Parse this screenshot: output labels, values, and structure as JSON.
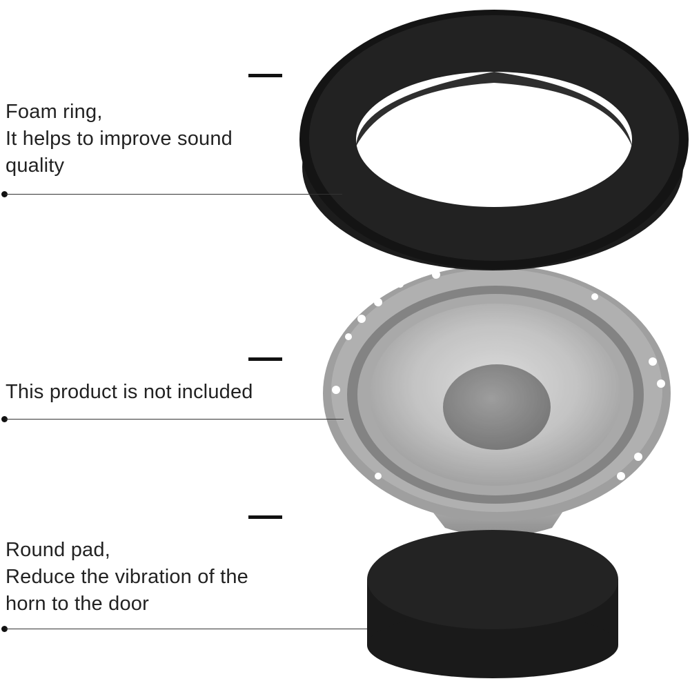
{
  "callouts": [
    {
      "text": "Foam ring,\nIt helps to improve sound\nquality"
    },
    {
      "text": "This product is not included"
    },
    {
      "text": "Round pad,\nReduce the vibration of the\nhorn to the door"
    }
  ]
}
